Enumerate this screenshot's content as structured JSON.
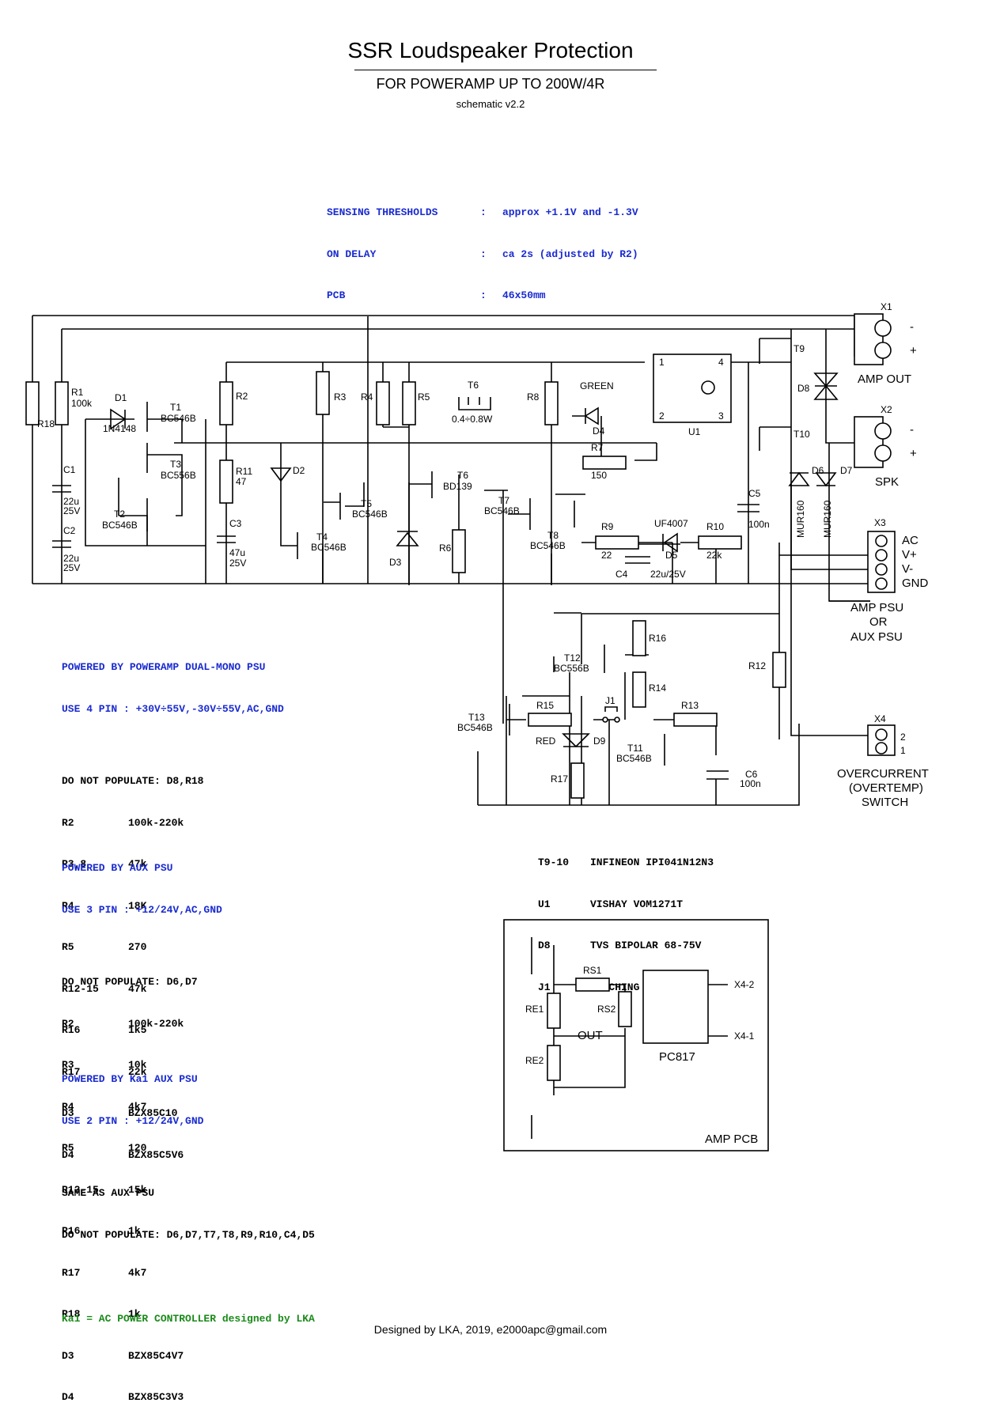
{
  "header": {
    "title": "SSR Loudspeaker Protection",
    "subtitle": "FOR POWERAMP UP TO 200W/4R",
    "version": "schematic v2.2"
  },
  "specs": [
    {
      "label": "SENSING THRESHOLDS",
      "sep": ":",
      "value": "approx +1.1V and -1.3V"
    },
    {
      "label": "ON DELAY",
      "sep": ":",
      "value": "ca 2s (adjusted by R2)"
    },
    {
      "label": "PCB",
      "sep": ":",
      "value": "46x50mm"
    }
  ],
  "variants": {
    "dual_mono": {
      "heading": "POWERED BY POWERAMP DUAL-MONO PSU",
      "pins": "USE 4 PIN : +30V÷55V,-30V÷55V,AC,GND",
      "note": "DO NOT POPULATE: D8,R18",
      "parts": [
        {
          "ref": "R2",
          "val": "100k-220k"
        },
        {
          "ref": "R3,8",
          "val": "47k"
        },
        {
          "ref": "R4",
          "val": "18K"
        },
        {
          "ref": "R5",
          "val": "270"
        },
        {
          "ref": "R12-15",
          "val": "47k"
        },
        {
          "ref": "R16",
          "val": "1k5"
        },
        {
          "ref": "R17",
          "val": "22k"
        },
        {
          "ref": "D3",
          "val": "BZX85C10"
        },
        {
          "ref": "D4",
          "val": "BZX85C5V6"
        }
      ]
    },
    "aux": {
      "heading": "POWERED BY AUX PSU",
      "pins": "USE 3 PIN : +12/24V,AC,GND",
      "note": "DO NOT POPULATE: D6,D7",
      "parts": [
        {
          "ref": "R2",
          "val": "100k-220k"
        },
        {
          "ref": "R3",
          "val": "10k"
        },
        {
          "ref": "R4",
          "val": "4k7"
        },
        {
          "ref": "R5",
          "val": "120"
        },
        {
          "ref": "R12-15",
          "val": "15k"
        },
        {
          "ref": "R16",
          "val": "1k"
        },
        {
          "ref": "R17",
          "val": "4k7"
        },
        {
          "ref": "R18",
          "val": "1k"
        },
        {
          "ref": "D3",
          "val": "BZX85C4V7"
        },
        {
          "ref": "D4",
          "val": "BZX85C3V3"
        }
      ]
    },
    "ka1": {
      "heading": "POWERED BY Ka1 AUX PSU",
      "pins": "USE 2 PIN : +12/24V,GND",
      "line1": "SAME AS AUX PSU",
      "line2": "DO NOT POPULATE: D6,D7,T7,T8,R9,R10,C4,D5",
      "footnote": "Ka1 = AC POWER CONTROLLER designed by LKA"
    }
  },
  "main_parts": [
    {
      "ref": "T9-10",
      "val": "INFINEON IPI041N12N3"
    },
    {
      "ref": "U1",
      "val": "VISHAY VOM1271T"
    },
    {
      "ref": "D8",
      "val": "TVS BIPOLAR 68-75V"
    },
    {
      "ref": "J1",
      "val": "LATCHING ON/OFF"
    }
  ],
  "labels": {
    "R18": "R18",
    "R1": "R1",
    "R1v": "100k",
    "D1": "D1",
    "D1v": "1N4148",
    "T1": "T1",
    "T1v": "BC546B",
    "T3": "T3",
    "T3v": "BC556B",
    "T2": "T2",
    "T2v": "BC546B",
    "C1": "C1",
    "C1v1": "22u",
    "C1v2": "25V",
    "C2": "C2",
    "C2v1": "22u",
    "C2v2": "25V",
    "R2": "R2",
    "R11": "R11",
    "R11v": "47",
    "C3": "C3",
    "C3v1": "47u",
    "C3v2": "25V",
    "D2": "D2",
    "R3": "R3",
    "R4": "R4",
    "R5": "R5",
    "T4": "T4",
    "T4v": "BC546B",
    "T5": "T5",
    "T5v": "BC546B",
    "D3": "D3",
    "T6top": "T6",
    "T6range": "0.4÷0.8W",
    "T6": "T6",
    "T6v": "BD139",
    "R6": "R6",
    "T7": "T7",
    "T7v": "BC546B",
    "R8": "R8",
    "T8": "T8",
    "T8v": "BC546B",
    "GREEN": "GREEN",
    "D4": "D4",
    "R7": "R7",
    "R7v": "150",
    "R9": "R9",
    "R9v": "22",
    "C4": "C4",
    "C4v": "22u/25V",
    "UF4007": "UF4007",
    "D5": "D5",
    "R10": "R10",
    "R10v": "22k",
    "C5": "C5",
    "C5v": "100n",
    "U1": "U1",
    "u1p1": "1",
    "u1p2": "2",
    "u1p3": "3",
    "u1p4": "4",
    "T9": "T9",
    "T10": "T10",
    "D8": "D8",
    "D6": "D6",
    "D7": "D7",
    "MUR160a": "MUR160",
    "MUR160b": "MUR160",
    "X1": "X1",
    "x1minus": "-",
    "x1plus": "+",
    "AMPOUT": "AMP OUT",
    "X2": "X2",
    "x2minus": "-",
    "x2plus": "+",
    "SPK": "SPK",
    "X3": "X3",
    "AC": "AC",
    "Vp": "V+",
    "Vm": "V-",
    "GND": "GND",
    "psu1": "AMP PSU",
    "psu2": "OR",
    "psu3": "AUX PSU",
    "R16": "R16",
    "T12": "T12",
    "T12v": "BC556B",
    "R14": "R14",
    "R12": "R12",
    "T13": "T13",
    "T13v": "BC546B",
    "R15": "R15",
    "J1": "J1",
    "R13": "R13",
    "RED": "RED",
    "D9": "D9",
    "R17": "R17",
    "T11": "T11",
    "T11v": "BC546B",
    "C6": "C6",
    "C6v": "100n",
    "X4": "X4",
    "x4p2": "2",
    "x4p1": "1",
    "oc1": "OVERCURRENT",
    "oc2": "(OVERTEMP)",
    "oc3": "SWITCH",
    "RS1": "RS1",
    "RS2": "RS2",
    "RE1": "RE1",
    "RE2": "RE2",
    "OUT": "OUT",
    "X42": "X4-2",
    "X41": "X4-1",
    "PC817": "PC817",
    "AMPPCB": "AMP PCB"
  },
  "footer": "Designed by LKA, 2019, e2000apc@gmail.com"
}
